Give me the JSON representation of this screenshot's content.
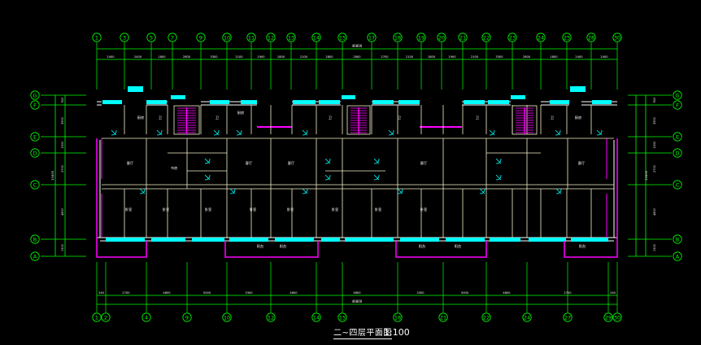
{
  "drawing": {
    "title": "二~四层平面图",
    "scale": "1:100",
    "colors": {
      "background": "#000000",
      "axis": "#00ff00",
      "wall": "#ffffff",
      "window": "#00ffff",
      "balcony": "#ff00ff",
      "room_text": "#ffffff",
      "stairs": "#ff00ff",
      "dim": "#ffffff"
    },
    "top_axes": [
      "1",
      "3",
      "5",
      "7",
      "9",
      "10",
      "11",
      "12",
      "13",
      "14",
      "15",
      "17",
      "18",
      "19",
      "20",
      "21",
      "22",
      "23",
      "24",
      "25",
      "28",
      "30"
    ],
    "bottom_axes": [
      "1",
      "2",
      "4",
      "9",
      "10",
      "12",
      "14",
      "15",
      "18",
      "21",
      "22",
      "24",
      "27",
      "29",
      "30"
    ],
    "left_axes": [
      "G",
      "F",
      "E",
      "D",
      "C",
      "B",
      "A"
    ],
    "right_axes": [
      "G",
      "F",
      "E",
      "D",
      "C",
      "B",
      "A"
    ],
    "top_total": "46800",
    "bottom_total": "46800",
    "top_dims": [
      "2400",
      "2400",
      "1800",
      "2800",
      "3300",
      "2100",
      "1900",
      "1800",
      "2100",
      "2800",
      "2800",
      "2700",
      "2100",
      "1800",
      "1900",
      "2100",
      "3300",
      "2800",
      "1800",
      "2400",
      "2400"
    ],
    "bottom_dims": [
      "240",
      "2700",
      "4800",
      "5000",
      "3300",
      "4800",
      "4800",
      "3300",
      "5000",
      "4800",
      "2700",
      "240"
    ],
    "left_total": "11600",
    "left_dims": [
      "900",
      "3900",
      "2000",
      "2700",
      "4800",
      "1500"
    ],
    "rooms": [
      "厨房",
      "卫",
      "卫",
      "厨房",
      "卫",
      "卫",
      "卫",
      "卫",
      "厨房",
      "客厅",
      "书房",
      "客厅",
      "客厅",
      "客厅",
      "客厅",
      "卧室",
      "卧室",
      "卧室",
      "卧室",
      "卧室",
      "卧室",
      "卧室",
      "卧室",
      "阳台",
      "阳台",
      "阳台",
      "阳台",
      "阳台"
    ]
  }
}
